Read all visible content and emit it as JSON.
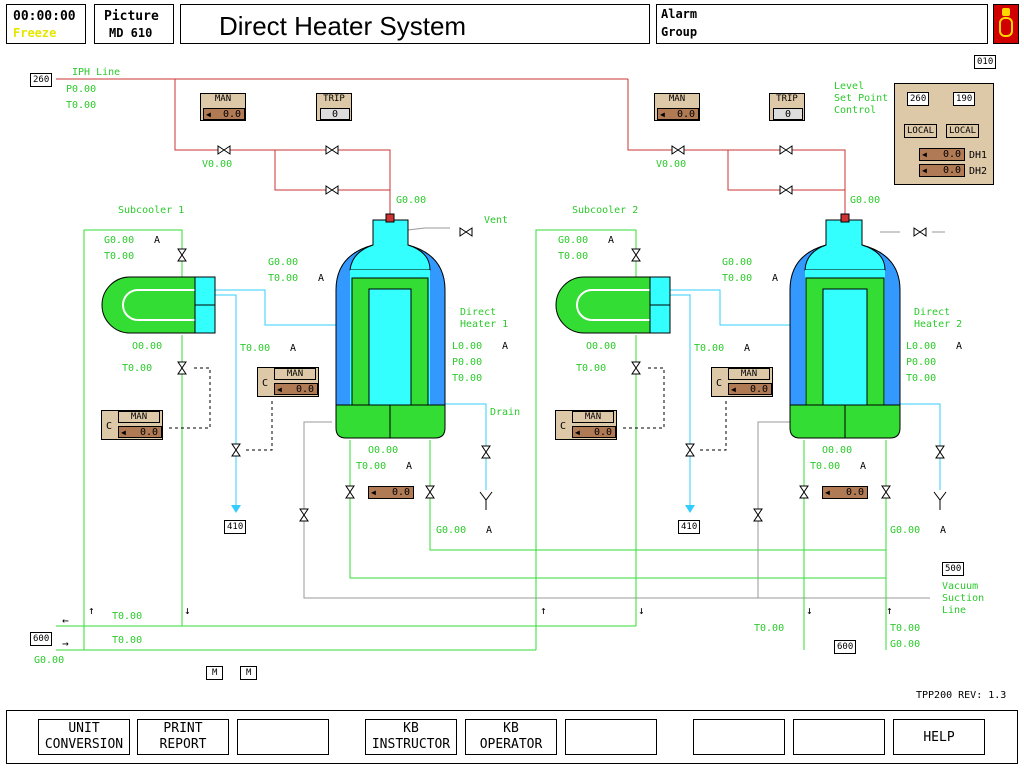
{
  "header": {
    "time": "00:00:00",
    "freeze": "Freeze",
    "picture_label": "Picture",
    "picture_id": "MD 610",
    "title": "Direct Heater System",
    "alarm_line1": "Alarm",
    "alarm_line2": "Group"
  },
  "colors": {
    "green": "#33dd33",
    "cyan": "#33ffff",
    "blue": "#3399ff",
    "red": "#cc3333",
    "tan": "#ddc8a8",
    "brown": "#b07a55",
    "grey": "#999999"
  },
  "refs": {
    "iph_line": "260",
    "top_right": "010",
    "vacuum_ref": "500",
    "drain_ref_1": "410",
    "drain_ref_2": "410",
    "bottom_ref_left": "600",
    "bottom_ref_right": "600"
  },
  "labels": {
    "iph_line": "IPH Line",
    "iph_p": "P0.00",
    "iph_t": "T0.00",
    "subcooler1": "Subcooler 1",
    "subcooler2": "Subcooler 2",
    "direct_heater1_a": "Direct",
    "direct_heater1_b": "Heater 1",
    "direct_heater2_a": "Direct",
    "direct_heater2_b": "Heater 2",
    "vent": "Vent",
    "drain": "Drain",
    "vacuum_a": "Vacuum",
    "vacuum_b": "Suction",
    "vacuum_c": "Line",
    "level_a": "Level",
    "level_b": "Set Point",
    "level_c": "Control"
  },
  "readings": {
    "v1": "V0.00",
    "v2": "V0.00",
    "g_top1": "G0.00",
    "g_top2": "G0.00",
    "sc1_g": "G0.00",
    "sc1_t": "T0.00",
    "sc1_a": "A",
    "sc2_g": "G0.00",
    "sc2_t": "T0.00",
    "sc2_a": "A",
    "h1_in_g": "G0.00",
    "h1_in_t": "T0.00",
    "h1_in_a": "A",
    "h2_in_g": "G0.00",
    "h2_in_t": "T0.00",
    "h2_in_a": "A",
    "sc1_o": "O0.00",
    "sc1_tout": "T0.00",
    "sc2_o": "O0.00",
    "sc2_tout": "T0.00",
    "cyan1_t": "T0.00",
    "cyan1_a": "A",
    "cyan2_t": "T0.00",
    "cyan2_a": "A",
    "h1_l": "L0.00",
    "h1_l_a": "A",
    "h1_p": "P0.00",
    "h1_t": "T0.00",
    "h2_l": "L0.00",
    "h2_l_a": "A",
    "h2_p": "P0.00",
    "h2_t": "T0.00",
    "h1_bot_o": "O0.00",
    "h1_bot_t": "T0.00",
    "h1_bot_a": "A",
    "h2_bot_o": "O0.00",
    "h2_bot_t": "T0.00",
    "h2_bot_a": "A",
    "h1_g": "G0.00",
    "h1_g_a": "A",
    "h2_g": "G0.00",
    "h2_g_a": "A",
    "bus_t1": "T0.00",
    "bus_t2": "T0.00",
    "bus_g": "G0.00",
    "r_t1": "T0.00",
    "r_t2": "T0.00",
    "r_g": "G0.00"
  },
  "controllers": {
    "iph1_man": {
      "label": "MAN",
      "value": "0.0"
    },
    "iph1_trip": {
      "label": "TRIP",
      "value": "0"
    },
    "iph2_man": {
      "label": "MAN",
      "value": "0.0"
    },
    "iph2_trip": {
      "label": "TRIP",
      "value": "0"
    },
    "sc1_man": {
      "label": "MAN",
      "mode": "C",
      "value": "0.0"
    },
    "cy1_man": {
      "label": "MAN",
      "mode": "C",
      "value": "0.0"
    },
    "sc2_man": {
      "label": "MAN",
      "mode": "C",
      "value": "0.0"
    },
    "cy2_man": {
      "label": "MAN",
      "mode": "C",
      "value": "0.0"
    },
    "h1_bot": {
      "value": "0.0"
    },
    "h2_bot": {
      "value": "0.0"
    }
  },
  "level_panel": {
    "sp1": "260",
    "sp2": "190",
    "mode1": "LOCAL",
    "mode2": "LOCAL",
    "dh1_value": "0.0",
    "dh1_label": "DH1",
    "dh2_value": "0.0",
    "dh2_label": "DH2"
  },
  "misc": {
    "m1": "M",
    "m2": "M",
    "rev": "TPP200  REV: 1.3"
  },
  "footer": {
    "b1a": "UNIT",
    "b1b": "CONVERSION",
    "b2a": "PRINT",
    "b2b": "REPORT",
    "b4a": "KB",
    "b4b": "INSTRUCTOR",
    "b5a": "KB",
    "b5b": "OPERATOR",
    "b9": "HELP"
  }
}
